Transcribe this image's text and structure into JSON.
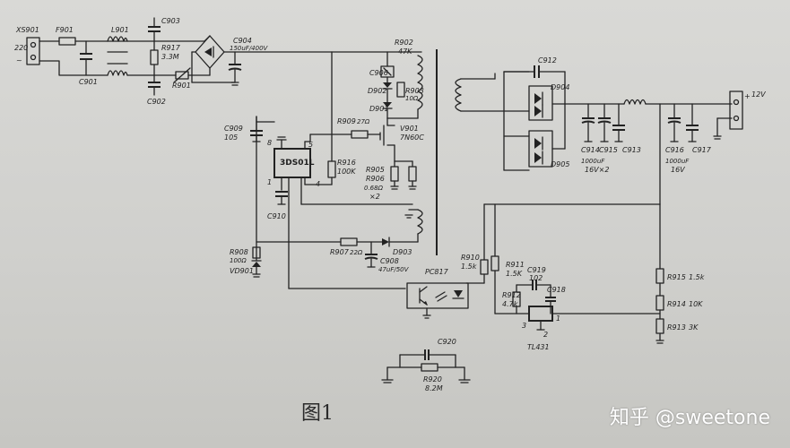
{
  "labels": {
    "xs901": "XS901",
    "f901": "F901",
    "l901": "L901",
    "c903": "C903",
    "r917": "R917",
    "r917_val": "3.3M",
    "c904": "C904",
    "c904_val": "150uF/400V",
    "c901": "C901",
    "c902": "C902",
    "r901": "R901",
    "ac_in": "220",
    "ac_sym": "~",
    "r902": "R902",
    "r902_val": "47K",
    "c906": "C906",
    "d902": "D902",
    "r903": "R903",
    "r903_val": "10Ω",
    "d901": "D901",
    "c909": "C909",
    "c909_val": "105",
    "r909": "R909",
    "r909_val": "27Ω",
    "v901": "V901",
    "v901_val": "7N60C",
    "ic": "3DS01L",
    "pin8": "8",
    "pin5": "5",
    "pin1": "1",
    "pin4": "4",
    "r916": "R916",
    "r916_val": "100K",
    "r905": "R905",
    "r906": "R906",
    "r905_val": "0.68Ω",
    "x2": "×2",
    "c910": "C910",
    "r908": "R908",
    "r908_val": "100Ω",
    "vd901": "VD901",
    "r907": "R907",
    "r907_val": "22Ω",
    "d903": "D903",
    "c908": "C908",
    "c908_val": "47uF/50V",
    "c912": "C912",
    "d904": "D904",
    "d905": "D905",
    "c914": "C914",
    "c915": "C915",
    "c913": "C913",
    "c914_val": "1000uF",
    "c914_val2": "16V×2",
    "c916": "C916",
    "c917": "C917",
    "c916_val": "1000uF",
    "c916_val2": "16V",
    "out12v": "12V",
    "plus": "+",
    "r910": "R910",
    "r910_val": "1.5k",
    "pc817": "PC817",
    "r911": "R911",
    "r911_val": "1.5K",
    "c919": "C919",
    "c919_val": "102",
    "r912": "R912",
    "r912_val": "4.7k",
    "c918": "C918",
    "tl431": "TL431",
    "tl_pin1": "1",
    "tl_pin2": "2",
    "tl_pin3": "3",
    "r915": "R915",
    "r915_val": "1.5k",
    "r914": "R914",
    "r914_val": "10K",
    "r913": "R913",
    "r913_val": "3K",
    "c920": "C920",
    "r920": "R920",
    "r920_val": "8.2M",
    "figure": "图1"
  },
  "watermark": "知乎 @sweetone"
}
